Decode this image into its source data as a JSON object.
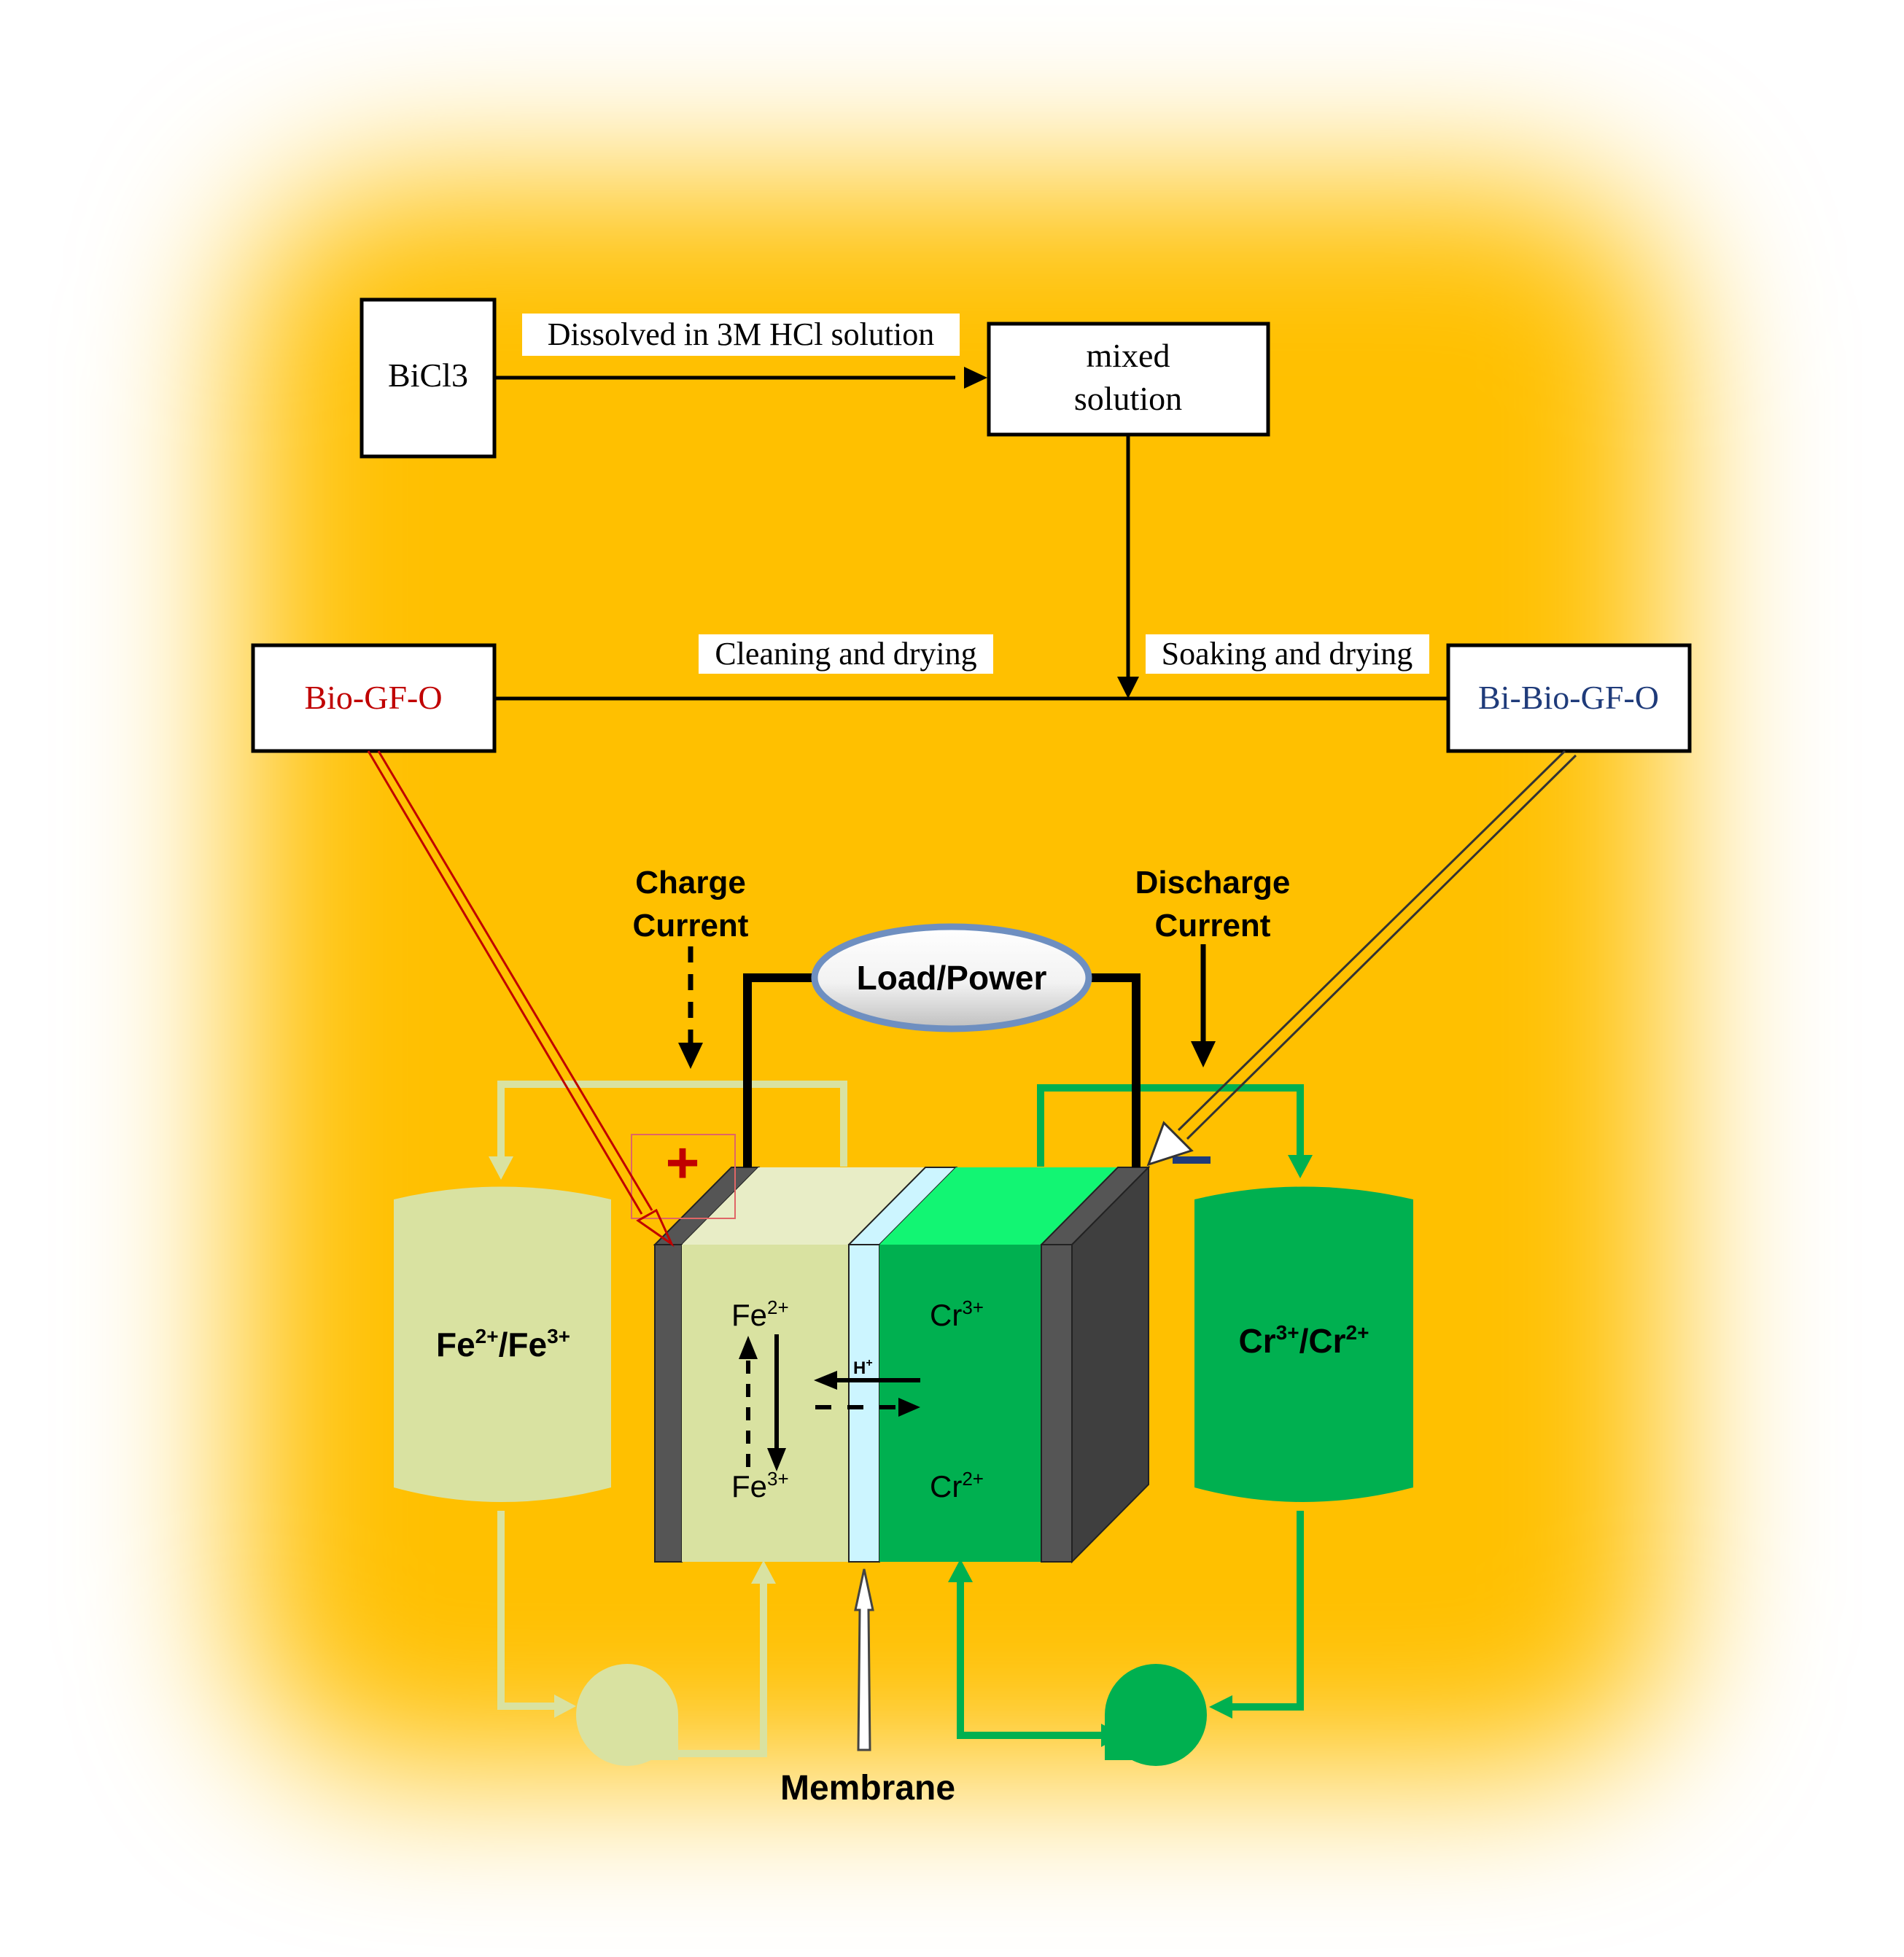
{
  "flow": {
    "bicl3": "BiCl3",
    "dissolved": "Dissolved in 3M HCl solution",
    "mixed_line1": "mixed",
    "mixed_line2": "solution",
    "cleaning": "Cleaning and drying",
    "soaking": "Soaking and drying",
    "bio_gf_o": "Bio-GF-O",
    "bi_bio_gf_o": "Bi-Bio-GF-O"
  },
  "cell": {
    "charge_line1": "Charge",
    "charge_line2": "Current",
    "discharge_line1": "Discharge",
    "discharge_line2": "Current",
    "load": "Load/Power",
    "plus": "+",
    "minus": "−",
    "membrane": "Membrane",
    "fe_base": "Fe",
    "fe2_sup": "2+",
    "fe3_sup": "3+",
    "cr_base": "Cr",
    "cr3_sup": "3+",
    "cr2_sup": "2+",
    "h_ion": "H",
    "h_sup": "+",
    "slash": "/"
  },
  "colors": {
    "background": "#FFC000",
    "pale_green": "#D9E2A1",
    "dark_green": "#00B050",
    "bright_green": "#12F573",
    "membrane": "#CCF5FF",
    "electrode": "#555555",
    "red_text": "#C00000",
    "navy_text": "#1F3B7A"
  }
}
